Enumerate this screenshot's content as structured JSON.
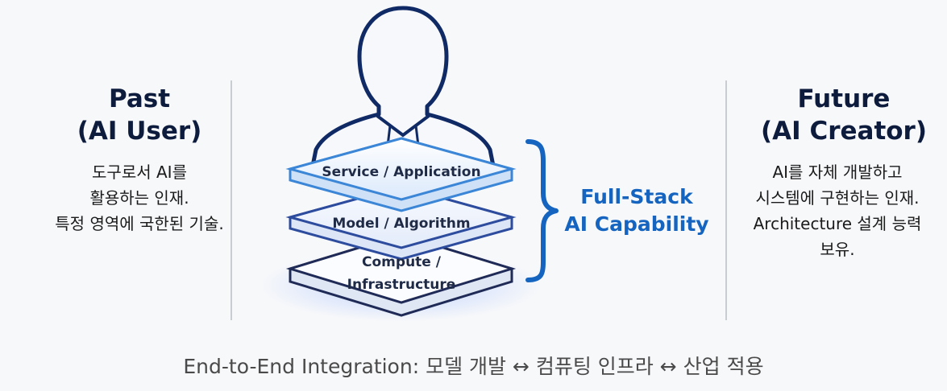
{
  "left": {
    "title_line1": "Past",
    "title_line2": "(AI User)",
    "desc": [
      "도구로서 AI를",
      "활용하는 인재.",
      "특정 영역에 국한된 기술."
    ]
  },
  "right": {
    "title_line1": "Future",
    "title_line2": "(AI Creator)",
    "desc": [
      "AI를 자체 개발하고",
      "시스템에 구현하는 인재.",
      "Architecture 설계 능력",
      "보유."
    ]
  },
  "stack": {
    "layers": [
      "Service / Application",
      "Model / Algorithm",
      "Compute /",
      "Infrastructure"
    ],
    "brace_label_line1": "Full-Stack",
    "brace_label_line2": "AI Capability"
  },
  "footer": "End-to-End Integration: 모델 개발 ↔ 컴퓨팅 인프라 ↔ 산업 적용",
  "colors": {
    "accent": "#1565c0",
    "navy": "#0d1b3d",
    "layer_glow": "#7aa7ff"
  },
  "icons": [
    "person-silhouette-icon",
    "layer-stack-icon",
    "curly-brace-icon"
  ]
}
